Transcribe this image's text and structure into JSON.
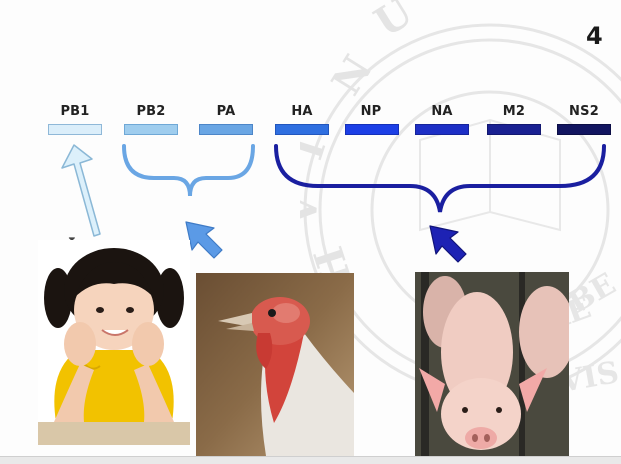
{
  "slide": {
    "number": "4",
    "hourglass_icon": "hourglass-icon"
  },
  "segments": [
    {
      "label": "PB1",
      "fill": "#dbeefa",
      "stroke": "#8fb8d8"
    },
    {
      "label": "PB2",
      "fill": "#9fcdee",
      "stroke": "#6fa8d6"
    },
    {
      "label": "PA",
      "fill": "#6aa6e4",
      "stroke": "#4d86c8"
    },
    {
      "label": "HA",
      "fill": "#2f6fe0",
      "stroke": "#2256bd"
    },
    {
      "label": "NP",
      "fill": "#1c3fe6",
      "stroke": "#1530b8"
    },
    {
      "label": "NA",
      "fill": "#1d2fc6",
      "stroke": "#16249a"
    },
    {
      "label": "M2",
      "fill": "#1a2192",
      "stroke": "#131870"
    },
    {
      "label": "NS2",
      "fill": "#121560",
      "stroke": "#0c0e45"
    }
  ],
  "groups": [
    {
      "name": "human",
      "segments": [
        "PB1"
      ],
      "color": "#d6ecfa"
    },
    {
      "name": "avian",
      "segments": [
        "PB2",
        "PA"
      ],
      "color": "#5b9ae6"
    },
    {
      "name": "swine",
      "segments": [
        "HA",
        "NP",
        "NA",
        "M2",
        "NS2"
      ],
      "color": "#1a1f9a"
    }
  ],
  "images": [
    "child-photo",
    "turkey-photo",
    "pig-photo"
  ]
}
